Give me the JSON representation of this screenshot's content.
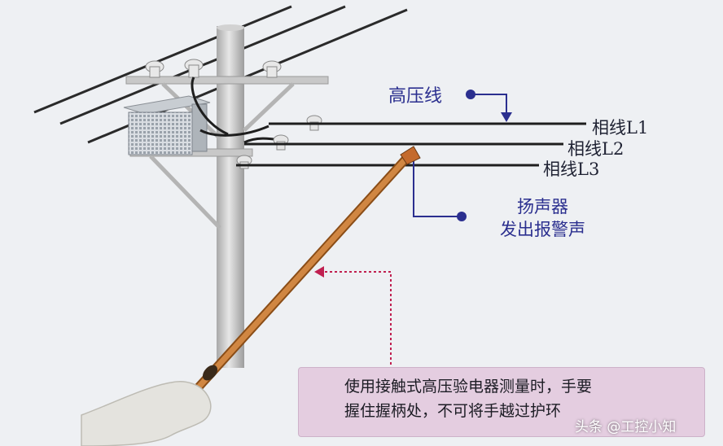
{
  "labels": {
    "high_voltage_line": "高压线",
    "phase_l1": "相线L1",
    "phase_l2": "相线L2",
    "phase_l3": "相线L3",
    "speaker_line1": "扬声器",
    "speaker_line2": "发出报警声"
  },
  "note": {
    "line1": "使用接触式高压验电器测量时，手要",
    "line2": "握住握柄处，不可将手越过护环"
  },
  "watermark": "头条 @工控小知",
  "colors": {
    "background": "#eef0f3",
    "label_blue": "#2b2f8f",
    "note_bg": "#e4cde0",
    "pole": "#cfcfcf",
    "stick": "#d68a3c",
    "arrow_red": "#c02050"
  },
  "icons": [
    "marker-dot",
    "down-arrow",
    "left-arrow"
  ]
}
